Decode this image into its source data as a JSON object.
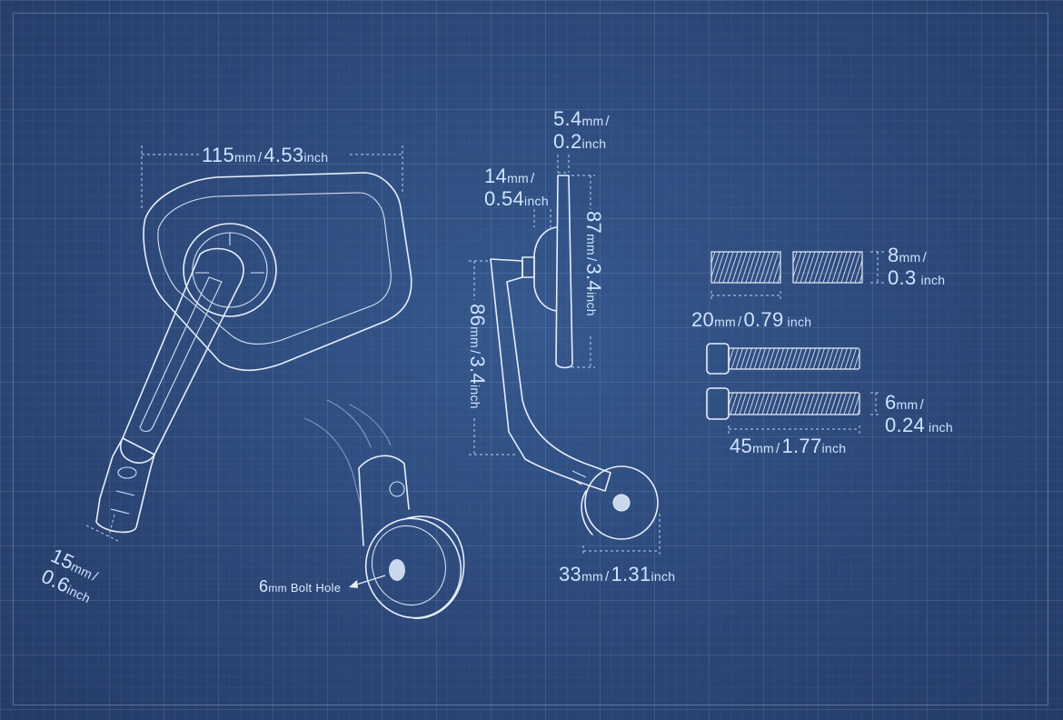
{
  "dimensions": {
    "width": {
      "mm": "115",
      "mm_unit": "mm",
      "inch": "4.53",
      "inch_unit": "inch"
    },
    "arm_width": {
      "mm": "15",
      "mm_unit": "mm",
      "inch": "0.6",
      "inch_unit": "inch"
    },
    "plate_thickness": {
      "mm": "5.4",
      "mm_unit": "mm",
      "inch": "0.2",
      "inch_unit": "inch"
    },
    "mount_depth": {
      "mm": "14",
      "mm_unit": "mm",
      "inch": "0.54",
      "inch_unit": "inch"
    },
    "mirror_height": {
      "mm": "87",
      "mm_unit": "mm",
      "inch": "3.4",
      "inch_unit": "inch"
    },
    "arm_height": {
      "mm": "86",
      "mm_unit": "mm",
      "inch": "3.4",
      "inch_unit": "inch"
    },
    "clamp_diameter": {
      "mm": "33",
      "mm_unit": "mm",
      "inch": "1.31",
      "inch_unit": "inch"
    },
    "insert_diameter": {
      "mm": "8",
      "mm_unit": "mm",
      "inch": "0.3",
      "inch_unit": "inch"
    },
    "insert_length": {
      "mm": "20",
      "mm_unit": "mm",
      "inch": "0.79",
      "inch_unit": "inch"
    },
    "bolt_diameter": {
      "mm": "6",
      "mm_unit": "mm",
      "inch": "0.24",
      "inch_unit": "inch"
    },
    "bolt_length": {
      "mm": "45",
      "mm_unit": "mm",
      "inch": "1.77",
      "inch_unit": "inch"
    }
  },
  "callout": {
    "size": "6",
    "unit": "mm",
    "text": "Bolt Hole"
  },
  "separator": "/"
}
